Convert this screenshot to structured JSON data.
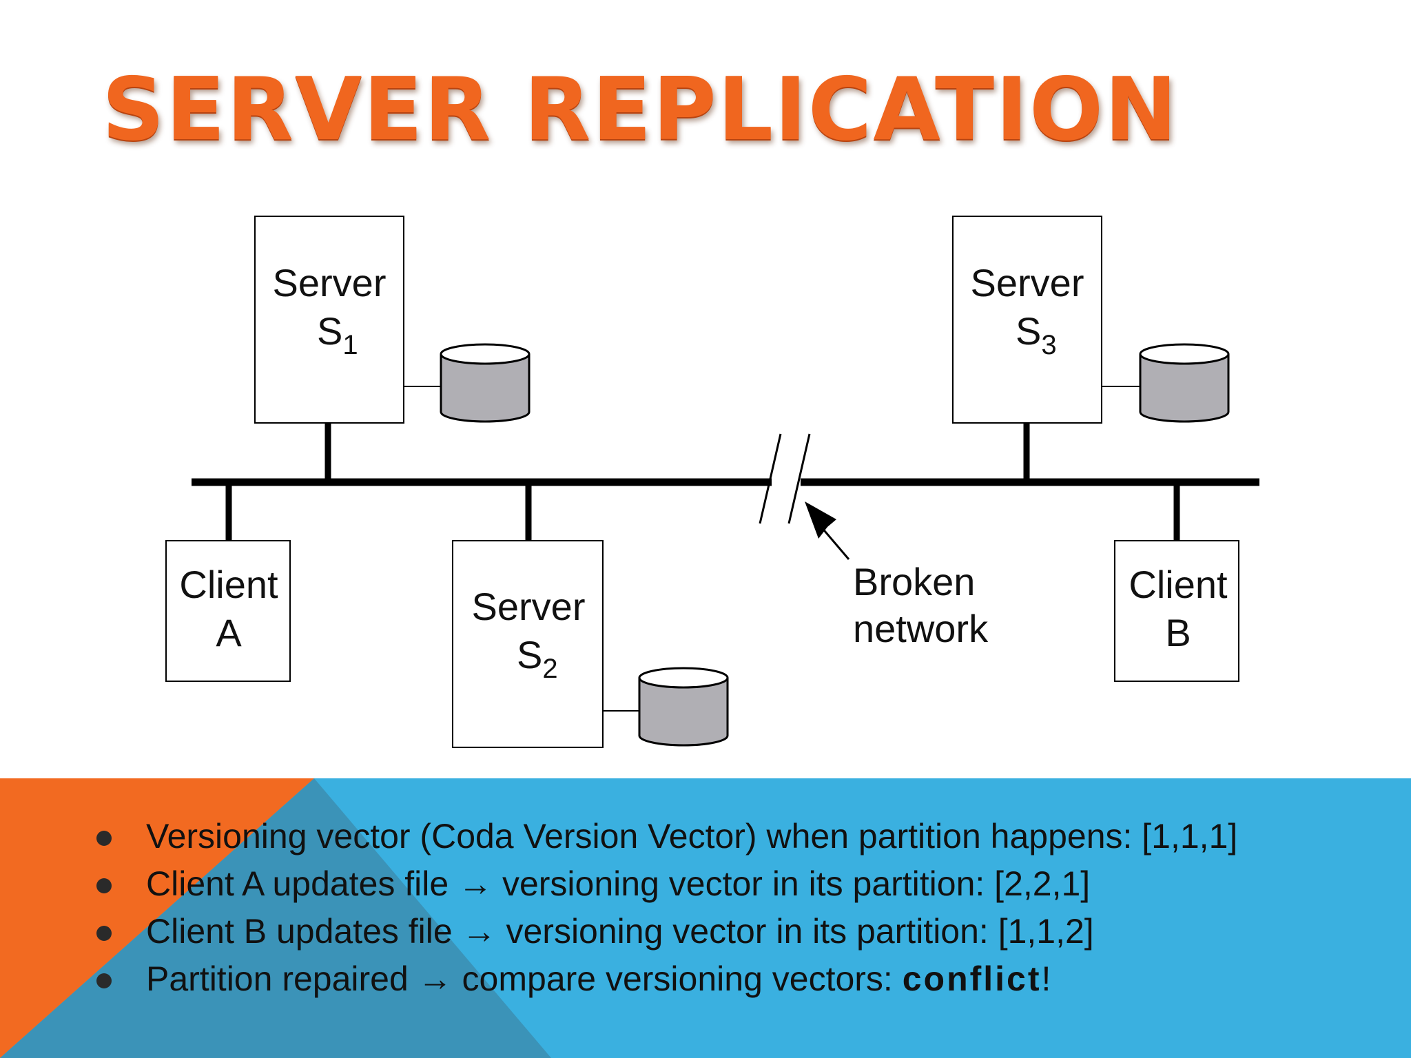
{
  "title": "SERVER REPLICATION",
  "diagram": {
    "server_s1": {
      "label": "Server",
      "name": "S",
      "sub": "1"
    },
    "server_s2": {
      "label": "Server",
      "name": "S",
      "sub": "2"
    },
    "server_s3": {
      "label": "Server",
      "name": "S",
      "sub": "3"
    },
    "client_a": {
      "line1": "Client",
      "line2": "A"
    },
    "client_b": {
      "line1": "Client",
      "line2": "B"
    },
    "broken": {
      "line1": "Broken",
      "line2": "network"
    }
  },
  "bullets": [
    {
      "text": "Versioning vector (Coda Version Vector) when partition happens: [1,1,1]"
    },
    {
      "pre": "Client A updates file ",
      "arrow": "→",
      "post": " versioning vector in its partition: [2,2,1]"
    },
    {
      "pre": "Client B updates file ",
      "arrow": "→",
      "post": " versioning vector in its partition: [1,1,2]"
    },
    {
      "pre": "Partition repaired ",
      "arrow": "→",
      "post": " compare versioning vectors: ",
      "emph": "conflict",
      "end": "!"
    }
  ],
  "colors": {
    "title": "#f0661f",
    "band_orange": "#f26a21",
    "band_blue": "#3ab0e0",
    "band_overlap": "#3b93b8",
    "disk": "#b0afb4"
  }
}
